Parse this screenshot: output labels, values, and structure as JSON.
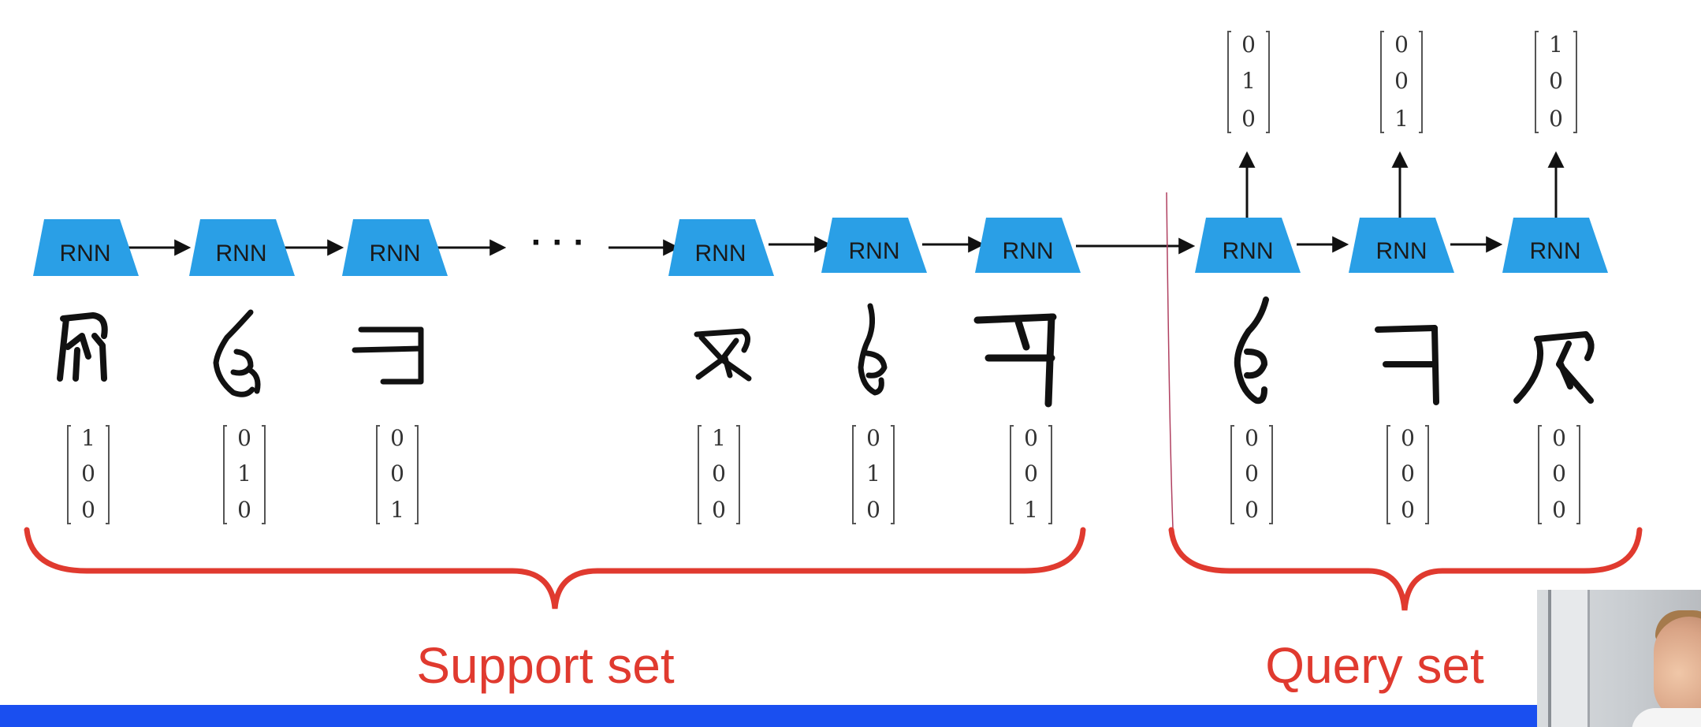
{
  "colors": {
    "rnn_fill": "#2a9fe6",
    "arrow": "#111111",
    "brace": "#e03a2f",
    "set_label": "#e03a2f",
    "bottom_bar": "#1a4ff0"
  },
  "rnn_label": "RNN",
  "ellipsis": "· · ·",
  "support_set": {
    "label": "Support set",
    "cells": [
      {
        "label": "RNN",
        "glyph": "character-1",
        "vector": [
          "1",
          "0",
          "0"
        ]
      },
      {
        "label": "RNN",
        "glyph": "character-2",
        "vector": [
          "0",
          "1",
          "0"
        ]
      },
      {
        "label": "RNN",
        "glyph": "character-3",
        "vector": [
          "0",
          "0",
          "1"
        ]
      },
      {
        "label": "RNN",
        "glyph": "character-1",
        "vector": [
          "1",
          "0",
          "0"
        ]
      },
      {
        "label": "RNN",
        "glyph": "character-2",
        "vector": [
          "0",
          "1",
          "0"
        ]
      },
      {
        "label": "RNN",
        "glyph": "character-3",
        "vector": [
          "0",
          "0",
          "1"
        ]
      }
    ]
  },
  "query_set": {
    "label": "Query set",
    "cells": [
      {
        "label": "RNN",
        "glyph": "character-2",
        "vector": [
          "0",
          "0",
          "0"
        ],
        "output": [
          "0",
          "1",
          "0"
        ]
      },
      {
        "label": "RNN",
        "glyph": "character-3",
        "vector": [
          "0",
          "0",
          "0"
        ],
        "output": [
          "0",
          "0",
          "1"
        ]
      },
      {
        "label": "RNN",
        "glyph": "character-1",
        "vector": [
          "0",
          "0",
          "0"
        ],
        "output": [
          "1",
          "0",
          "0"
        ]
      }
    ]
  }
}
